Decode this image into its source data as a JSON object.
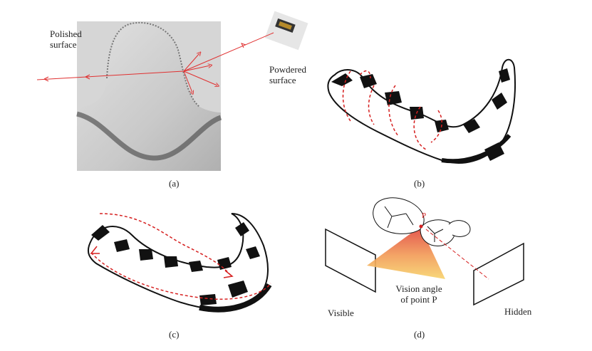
{
  "panel_a": {
    "label": "(a)",
    "polished_line1": "Polished",
    "polished_line2": "surface",
    "powdered_line1": "Powdered",
    "powdered_line2": "surface"
  },
  "panel_b": {
    "label": "(b)"
  },
  "panel_c": {
    "label": "(c)"
  },
  "panel_d": {
    "label": "(d)",
    "point_label": "P",
    "vision_line1": "Vision angle",
    "vision_line2": "of point P",
    "visible_label": "Visible",
    "hidden_label": "Hidden"
  },
  "colors": {
    "laser": "#e03030",
    "dashed": "#d62020",
    "tooth_gray": "#c8c8c8",
    "cone": "#f2b84a"
  }
}
